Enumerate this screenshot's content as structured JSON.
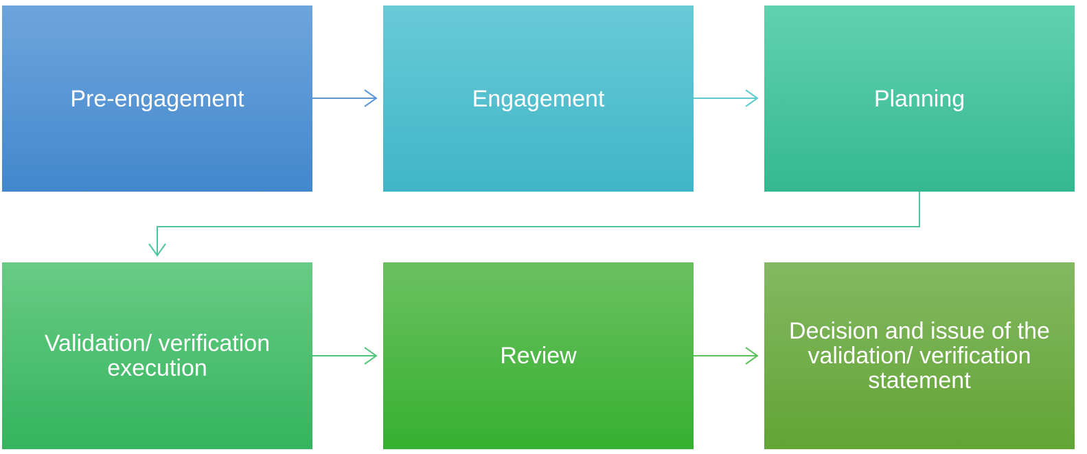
{
  "diagram": {
    "steps": [
      {
        "label": "Pre-engagement",
        "color_top": "#6fa4dc",
        "color_bottom": "#4288cc"
      },
      {
        "label": "Engagement",
        "color_top": "#69cad6",
        "color_bottom": "#40b5c7"
      },
      {
        "label": "Planning",
        "color_top": "#62d1af",
        "color_bottom": "#34b890"
      },
      {
        "label": "Validation/ verification execution",
        "color_top": "#69cb85",
        "color_bottom": "#34b45e"
      },
      {
        "label": "Review",
        "color_top": "#6bc061",
        "color_bottom": "#36b030"
      },
      {
        "label": "Decision and issue of the validation/ verification statement",
        "color_top": "#84b862",
        "color_bottom": "#62a435"
      }
    ],
    "connector_colors": {
      "step1_to_step2": "#5b96d8",
      "step2_to_step3": "#5ccbcf",
      "step3_to_step4": "#4dc79a",
      "step4_to_step5": "#4ec57a",
      "step5_to_step6": "#5cbf58"
    }
  }
}
